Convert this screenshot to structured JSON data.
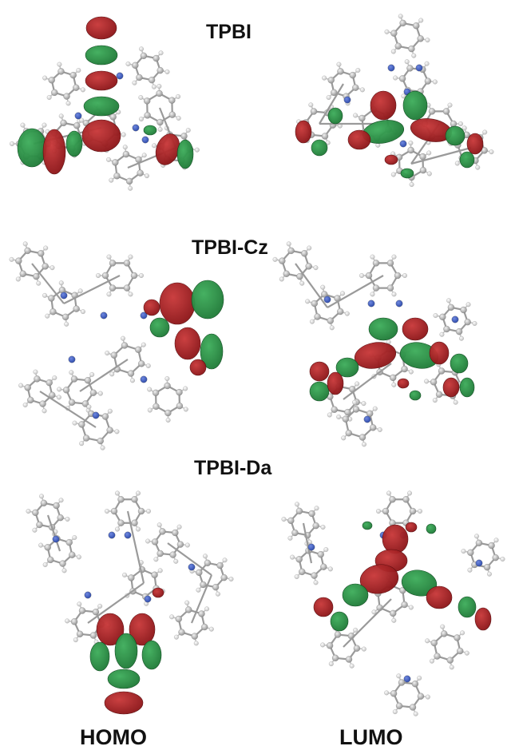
{
  "figure": {
    "rows": [
      {
        "molecule": "TPBI"
      },
      {
        "molecule": "TPBI-Cz"
      },
      {
        "molecule": "TPBI-Da"
      }
    ],
    "columns": [
      "HOMO",
      "LUMO"
    ]
  },
  "colors": {
    "lobe_positive": "#8b1518",
    "lobe_negative": "#1f7a37",
    "carbon": "#b3b3b3",
    "hydrogen": "#eeeeee",
    "nitrogen": "#2c49a8",
    "bond": "#9a9a9a"
  }
}
